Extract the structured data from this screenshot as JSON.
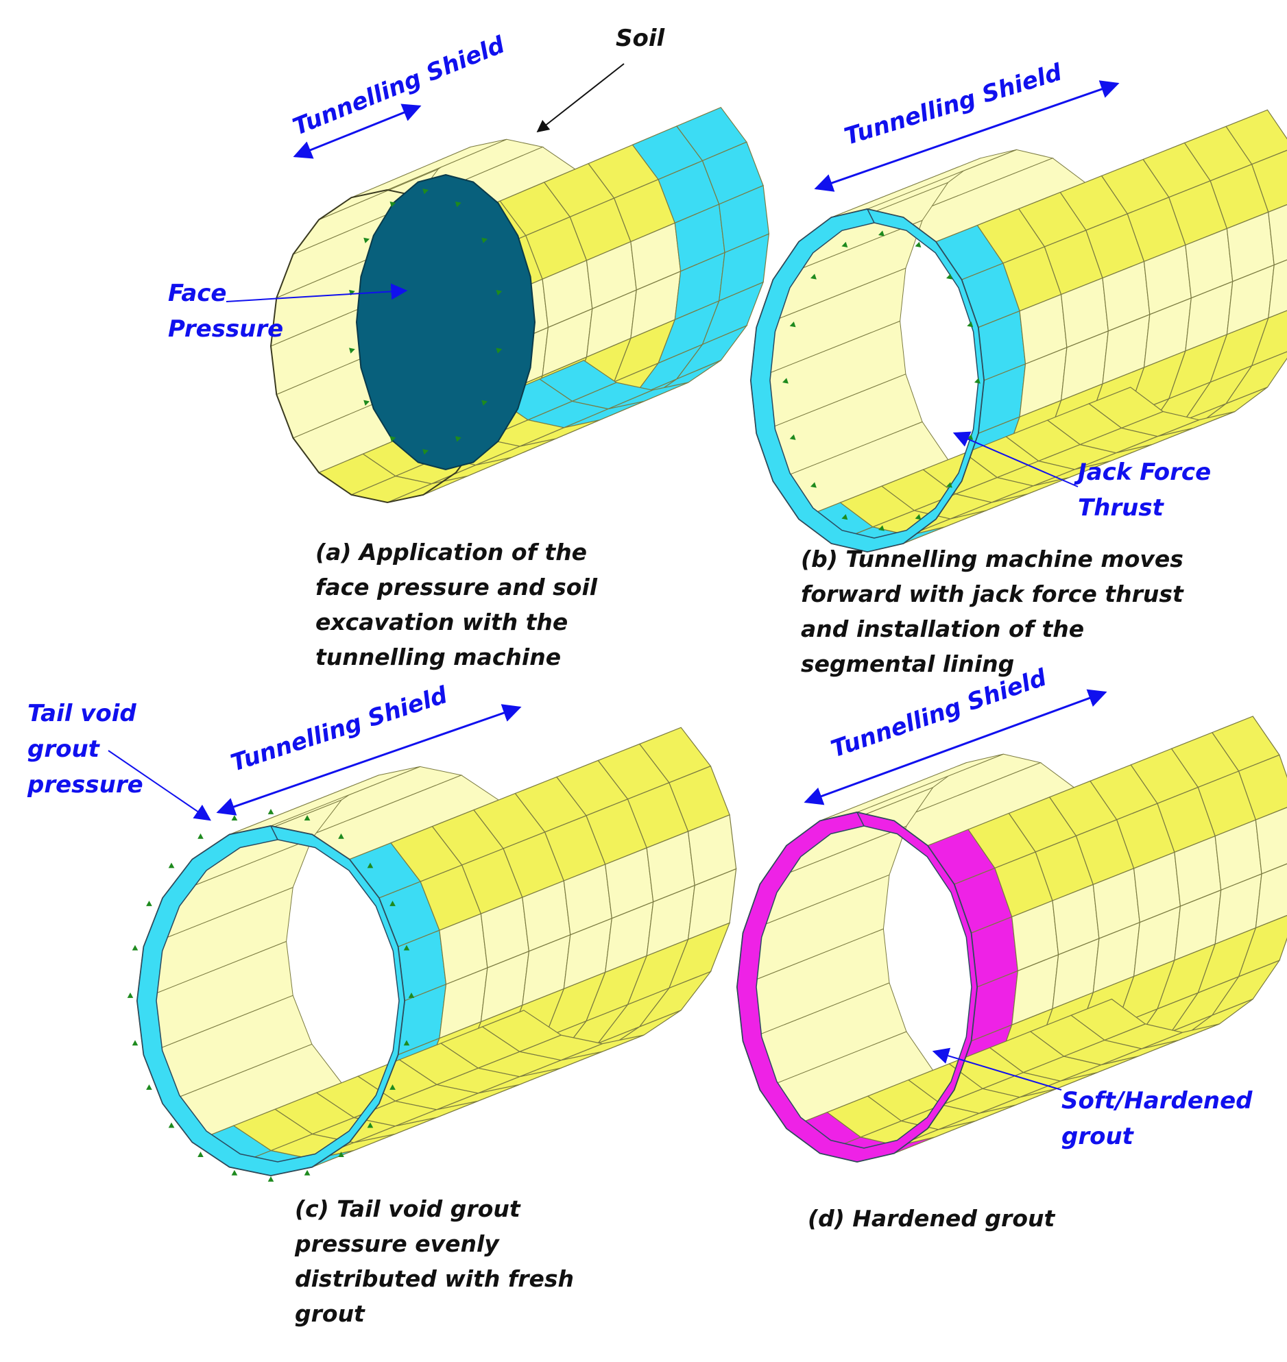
{
  "colors": {
    "shield": "#f2f25a",
    "shield_light": "#fbfbc0",
    "soil": "#3cdcf4",
    "grout": "#ee22e6",
    "face": "#08607c",
    "label_blue": "#1010ee",
    "arrow_green": "#1e8a1e",
    "mesh_line": "#7a7a40"
  },
  "panel_a": {
    "label_shield": "Tunnelling Shield",
    "label_soil": "Soil",
    "label_face": [
      "Face",
      "Pressure"
    ],
    "caption": [
      "(a) Application of the",
      "face pressure and soil",
      "excavation with the",
      "tunnelling machine"
    ]
  },
  "panel_b": {
    "label_shield": "Tunnelling Shield",
    "label_jack": [
      "Jack Force",
      "Thrust"
    ],
    "caption": [
      "(b) Tunnelling machine moves",
      "forward  with jack force thrust",
      "and installation of the",
      "segmental lining"
    ]
  },
  "panel_c": {
    "label_shield": "Tunnelling Shield",
    "label_tail": [
      "Tail void",
      "grout",
      "pressure"
    ],
    "caption": [
      "(c) Tail void grout",
      "pressure evenly",
      "distributed with fresh",
      "grout"
    ]
  },
  "panel_d": {
    "label_shield": "Tunnelling Shield",
    "label_grout": [
      "Soft/Hardened",
      "grout"
    ],
    "caption": [
      "(d) Hardened grout"
    ]
  }
}
